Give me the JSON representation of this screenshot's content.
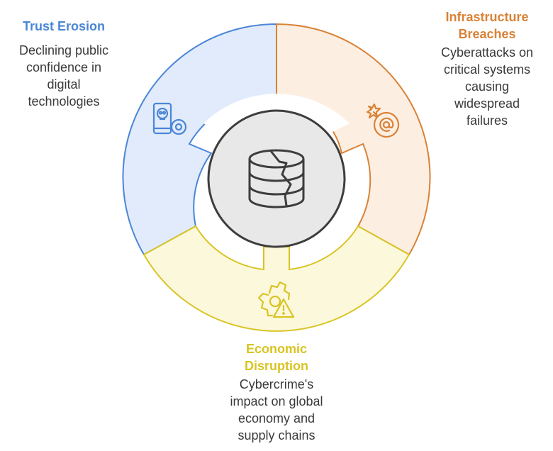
{
  "colors": {
    "trust": {
      "fill": "#e1ebfb",
      "stroke": "#4a86d6",
      "text": "#4a86d6"
    },
    "infra": {
      "fill": "#fdeee2",
      "stroke": "#d98236",
      "text": "#d98236"
    },
    "econ": {
      "fill": "#fcf8dc",
      "stroke": "#d9c424",
      "text": "#d9c424"
    },
    "center": {
      "fill": "#e8e8e8",
      "stroke": "#3d3d3d"
    }
  },
  "segments": [
    {
      "id": "trust",
      "title_lines": [
        "Trust Erosion"
      ],
      "desc_lines": [
        "Declining public",
        "confidence in",
        "digital",
        "technologies"
      ],
      "icon": "phone-skull-icon"
    },
    {
      "id": "infra",
      "title_lines": [
        "Infrastructure",
        "Breaches"
      ],
      "desc_lines": [
        "Cyberattacks on",
        "critical systems",
        "causing",
        "widespread",
        "failures"
      ],
      "icon": "bomb-at-icon"
    },
    {
      "id": "econ",
      "title_lines": [
        "Economic",
        "Disruption"
      ],
      "desc_lines": [
        "Cybercrime's",
        "impact on global",
        "economy and",
        "supply chains"
      ],
      "icon": "gear-warning-icon"
    }
  ],
  "center_icon": "cracked-database-icon"
}
